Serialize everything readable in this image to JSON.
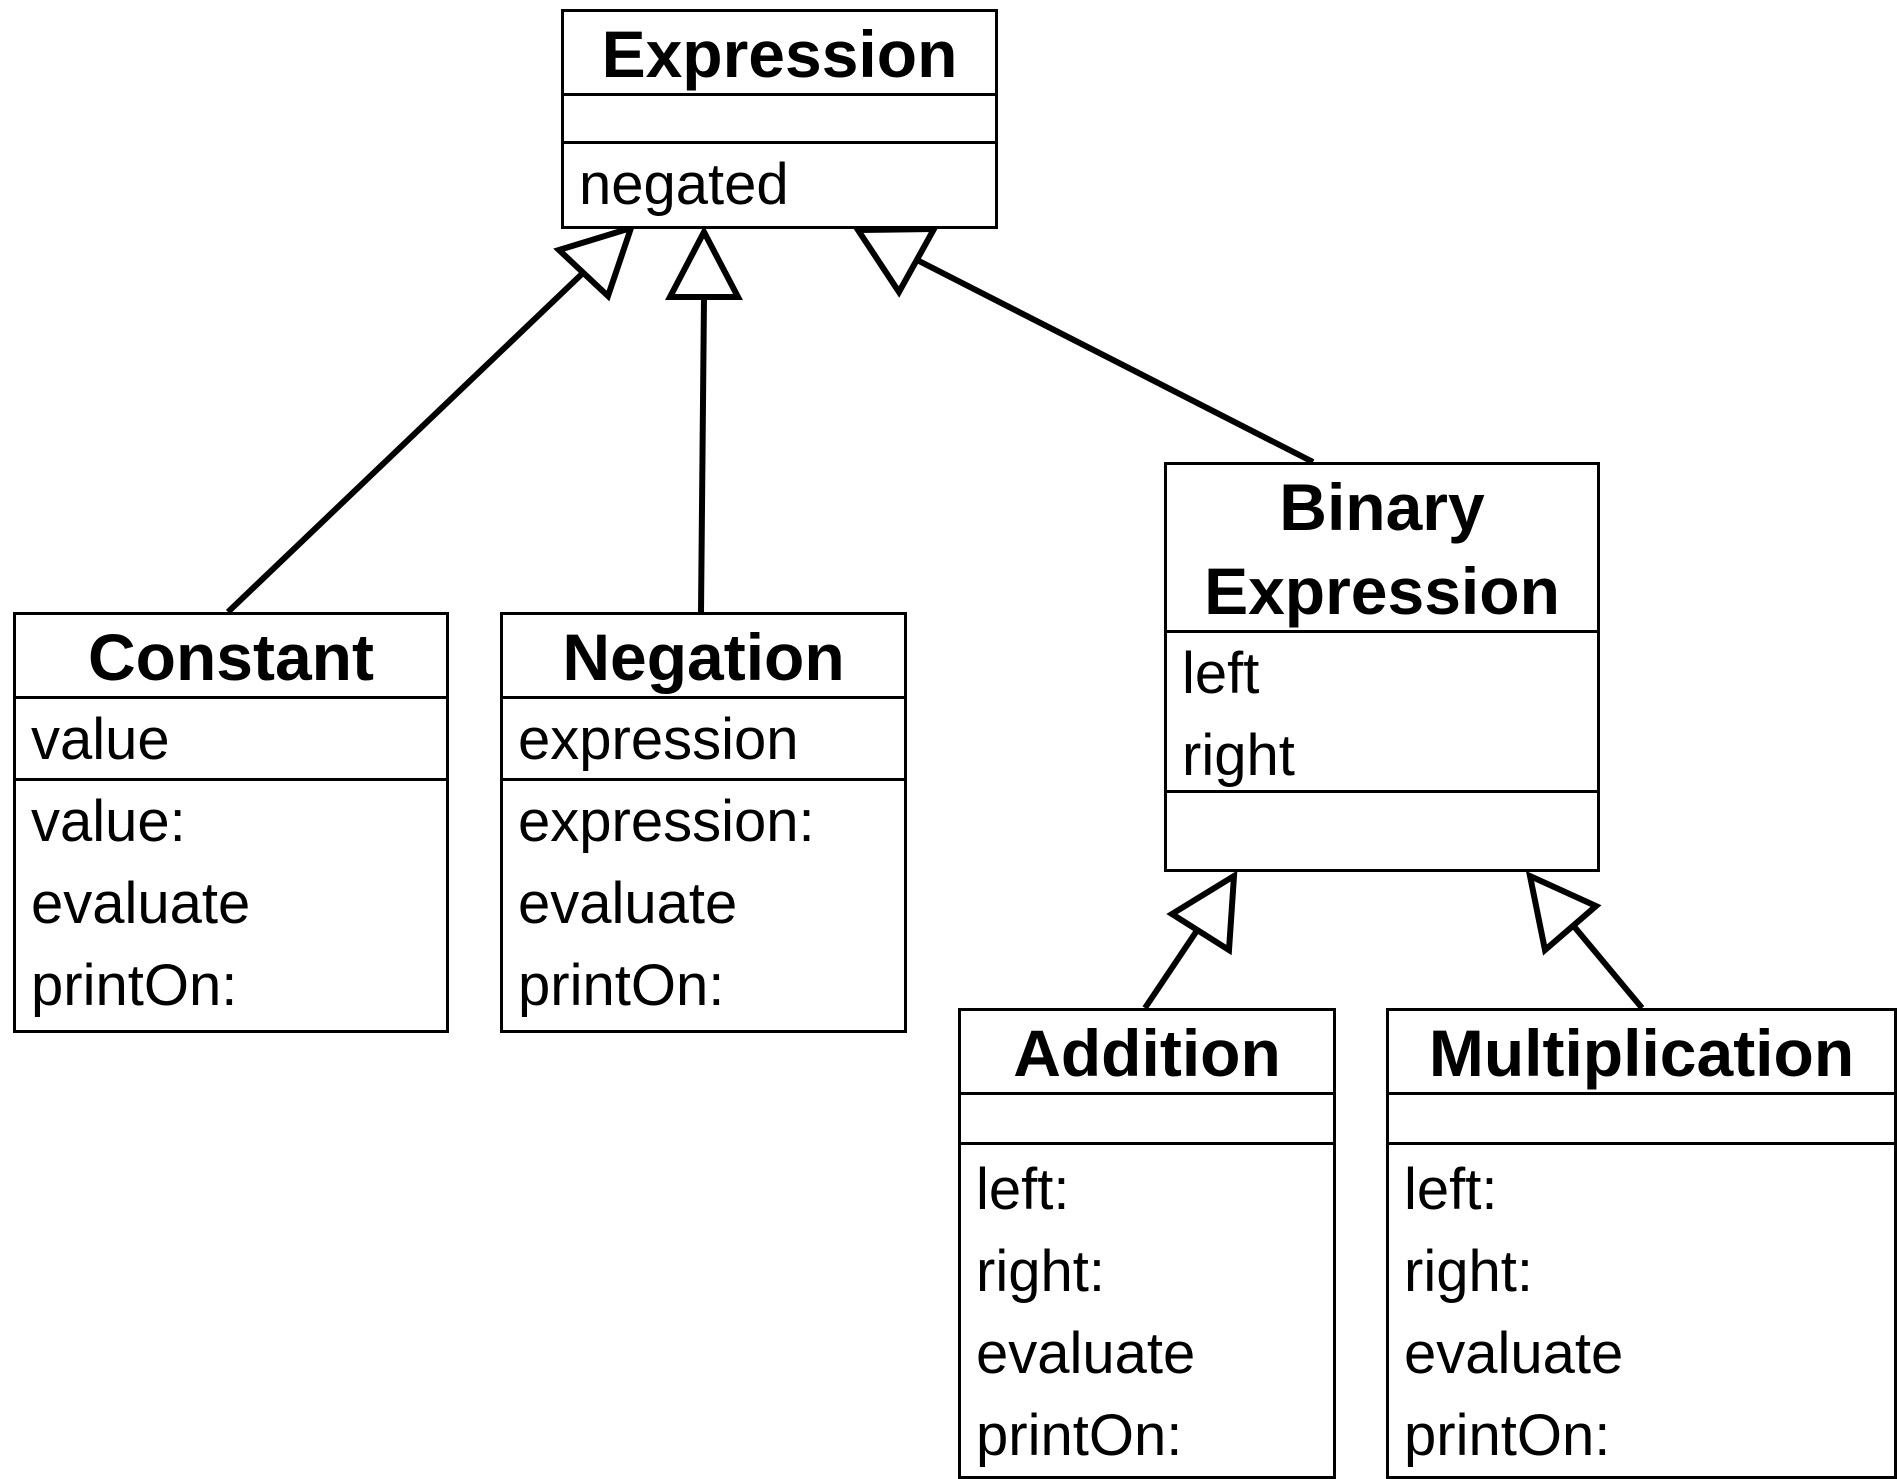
{
  "classes": {
    "expression": {
      "name": "Expression",
      "attributes": [],
      "operations": [
        "negated"
      ]
    },
    "constant": {
      "name": "Constant",
      "attributes": [
        "value"
      ],
      "operations": [
        "value:",
        "evaluate",
        "printOn:"
      ]
    },
    "negation": {
      "name": "Negation",
      "attributes": [
        "expression"
      ],
      "operations": [
        "expression:",
        "evaluate",
        "printOn:"
      ]
    },
    "binary_expression": {
      "name_line1": "Binary",
      "name_line2": "Expression",
      "attributes": [
        "left",
        "right"
      ],
      "operations": []
    },
    "addition": {
      "name": "Addition",
      "attributes": [],
      "operations": [
        "left:",
        "right:",
        "evaluate",
        "printOn:"
      ]
    },
    "multiplication": {
      "name": "Multiplication",
      "attributes": [],
      "operations": [
        "left:",
        "right:",
        "evaluate",
        "printOn:"
      ]
    }
  },
  "generalizations": [
    {
      "from": "Constant",
      "to": "Expression"
    },
    {
      "from": "Negation",
      "to": "Expression"
    },
    {
      "from": "Binary Expression",
      "to": "Expression"
    },
    {
      "from": "Addition",
      "to": "Binary Expression"
    },
    {
      "from": "Multiplication",
      "to": "Binary Expression"
    }
  ]
}
